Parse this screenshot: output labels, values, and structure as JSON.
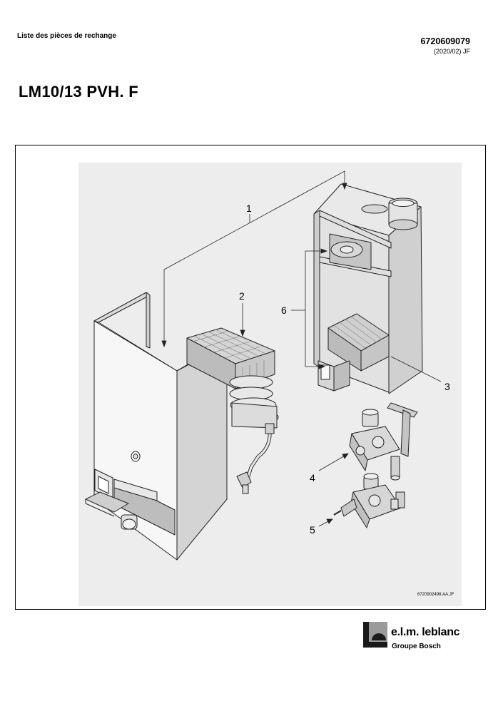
{
  "header": {
    "section_label": "Liste des pièces de rechange",
    "document_number": "6720609079",
    "document_revision": "(2020/02) JF",
    "model_title": "LM10/13 PVH. F"
  },
  "diagram": {
    "callouts": [
      "1",
      "2",
      "3",
      "4",
      "5",
      "6"
    ],
    "figure_reference": "6720902498.AA.JF"
  },
  "brand": {
    "name": "e.l.m. leblanc",
    "group": "Groupe Bosch"
  }
}
